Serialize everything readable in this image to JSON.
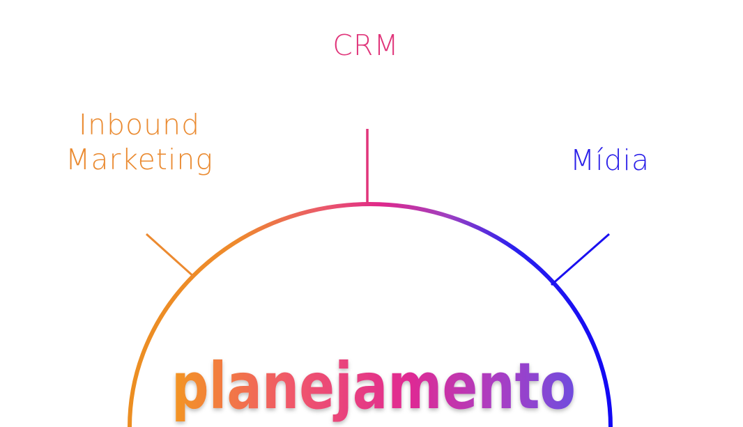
{
  "diagram": {
    "nodes": [
      {
        "id": "crm",
        "label": "CRM"
      },
      {
        "id": "inbound",
        "label_lines": [
          "Inbound",
          "Marketing"
        ]
      },
      {
        "id": "midia",
        "label": "Mídia"
      }
    ],
    "logo": {
      "text": "planejamento"
    }
  },
  "colors": {
    "orange": "#ea8a30",
    "pink": "#e0357a",
    "magenta": "#d4269a",
    "blue": "#1a0ff0"
  }
}
